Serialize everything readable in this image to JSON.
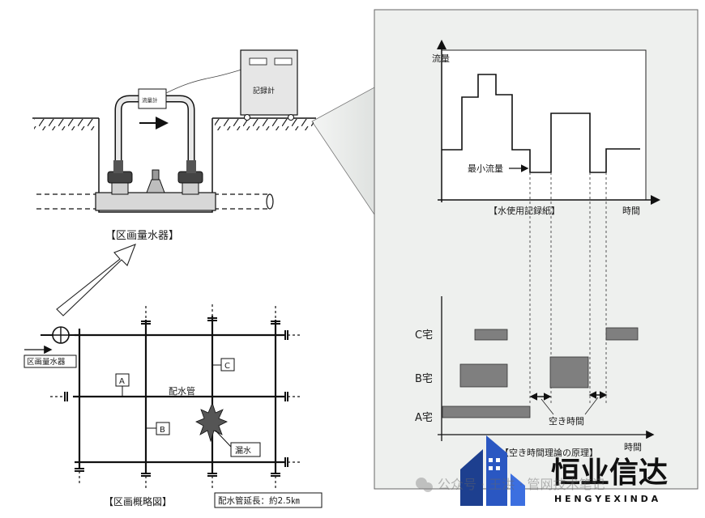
{
  "meter_chamber": {
    "recorder_label": "記録計",
    "flowmeter_label": "流量計",
    "caption": "【区画量水器】"
  },
  "network_map": {
    "meter_label": "区画量水器",
    "house_a": "A",
    "house_b": "B",
    "house_c": "C",
    "pipe_label": "配水管",
    "leak_label": "漏水",
    "caption": "【区画概略図】",
    "pipe_length": "配水管延長：約2.5㎞"
  },
  "flow_chart": {
    "ylabel": "流量",
    "xlabel": "時間",
    "min_flow_label": "最小流量",
    "caption": "【水使用記録紙】"
  },
  "usage_chart": {
    "rows": [
      "C宅",
      "B宅",
      "A宅"
    ],
    "xlabel": "時間",
    "gap_label": "空き時間",
    "caption": "【空き時間理論の原理】"
  },
  "watermark": {
    "wechat_text": "公众号 · 王洪 · 管网技术笔记",
    "brand_cn": "恒业信达",
    "brand_en": "H E N G Y E X I N D A"
  }
}
